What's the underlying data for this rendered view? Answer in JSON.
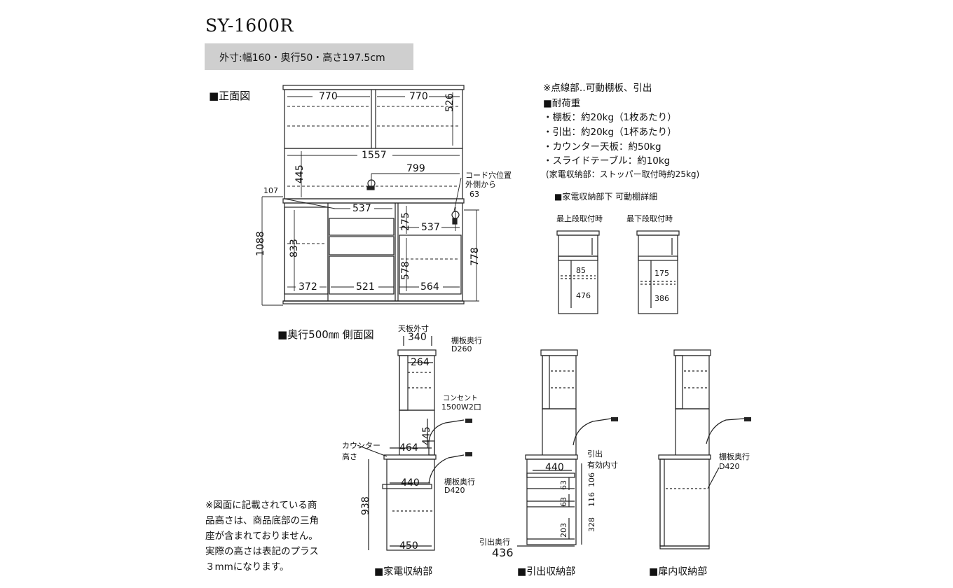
{
  "title": "SY-1600R",
  "outer_size": "外寸:幅160・奥行50・高さ197.5cm",
  "front_view": {
    "heading": "■正面図",
    "dims": {
      "top_left_w": "770",
      "top_right_w": "770",
      "top_h": "526",
      "inner_w": "1557",
      "mid_h": "445",
      "hole_w": "799",
      "cord_label_1": "コード穴位置",
      "cord_label_2": "外側から",
      "cord_offset": "63",
      "left_offset": "107",
      "total_h": "1088",
      "drawer_w": "537",
      "right_drawer_w": "537",
      "right_drawer_h": "275",
      "left_h": "833",
      "right_h": "778",
      "right_lower_h": "578",
      "bottom_left_w": "372",
      "bottom_mid_w": "521",
      "bottom_right_w": "564"
    }
  },
  "notes": {
    "dotted": "※点線部‥可動棚板、引出",
    "load_heading": "■耐荷重",
    "load_items": [
      "・棚板：約20kg（1枚あたり）",
      "・引出：約20kg（1杯あたり）",
      "・カウンター天板：約50kg",
      "・スライドテーブル：約10kg"
    ],
    "load_note": "(家電収納部：ストッパー取付時約25kg)"
  },
  "shelf_detail": {
    "heading": "■家電収納部下 可動棚詳細",
    "left_label": "最上段取付時",
    "right_label": "最下段取付時",
    "left_upper": "85",
    "left_lower": "476",
    "right_upper": "175",
    "right_lower": "386"
  },
  "side_view": {
    "heading": "■奥行500㎜ 側面図",
    "top_label": "天板外寸",
    "top_w": "340",
    "shelf_label_1": "棚板奥行",
    "shelf_label_2": "D260",
    "shelf_w": "264",
    "outlet_1": "コンセント",
    "outlet_2": "1500W2口",
    "counter_label_1": "カウンター",
    "counter_label_2": "高さ",
    "counter_h": "445",
    "counter_w": "464",
    "slide_w": "440",
    "lower_shelf_1": "棚板奥行",
    "lower_shelf_2": "D420",
    "height_938": "938",
    "bottom_w": "450",
    "drawer_depth_label_1": "引出",
    "drawer_depth_label_2": "有効内寸",
    "drawer_w": "440",
    "d_63a": "63",
    "d_63b": "63",
    "d_106": "106",
    "d_116": "116",
    "d_203": "203",
    "d_328": "328",
    "drawer_total_label": "引出奥行",
    "drawer_total": "436",
    "door_shelf_1": "棚板奥行",
    "door_shelf_2": "D420",
    "cap_left": "■家電収納部",
    "cap_mid": "■引出収納部",
    "cap_right": "■扉内収納部"
  },
  "footnote": [
    "※図面に記載されている商",
    "品高さは、商品底部の三角",
    "座が含まれておりません。",
    "実際の高さは表記のプラス",
    "３mmになります。"
  ]
}
